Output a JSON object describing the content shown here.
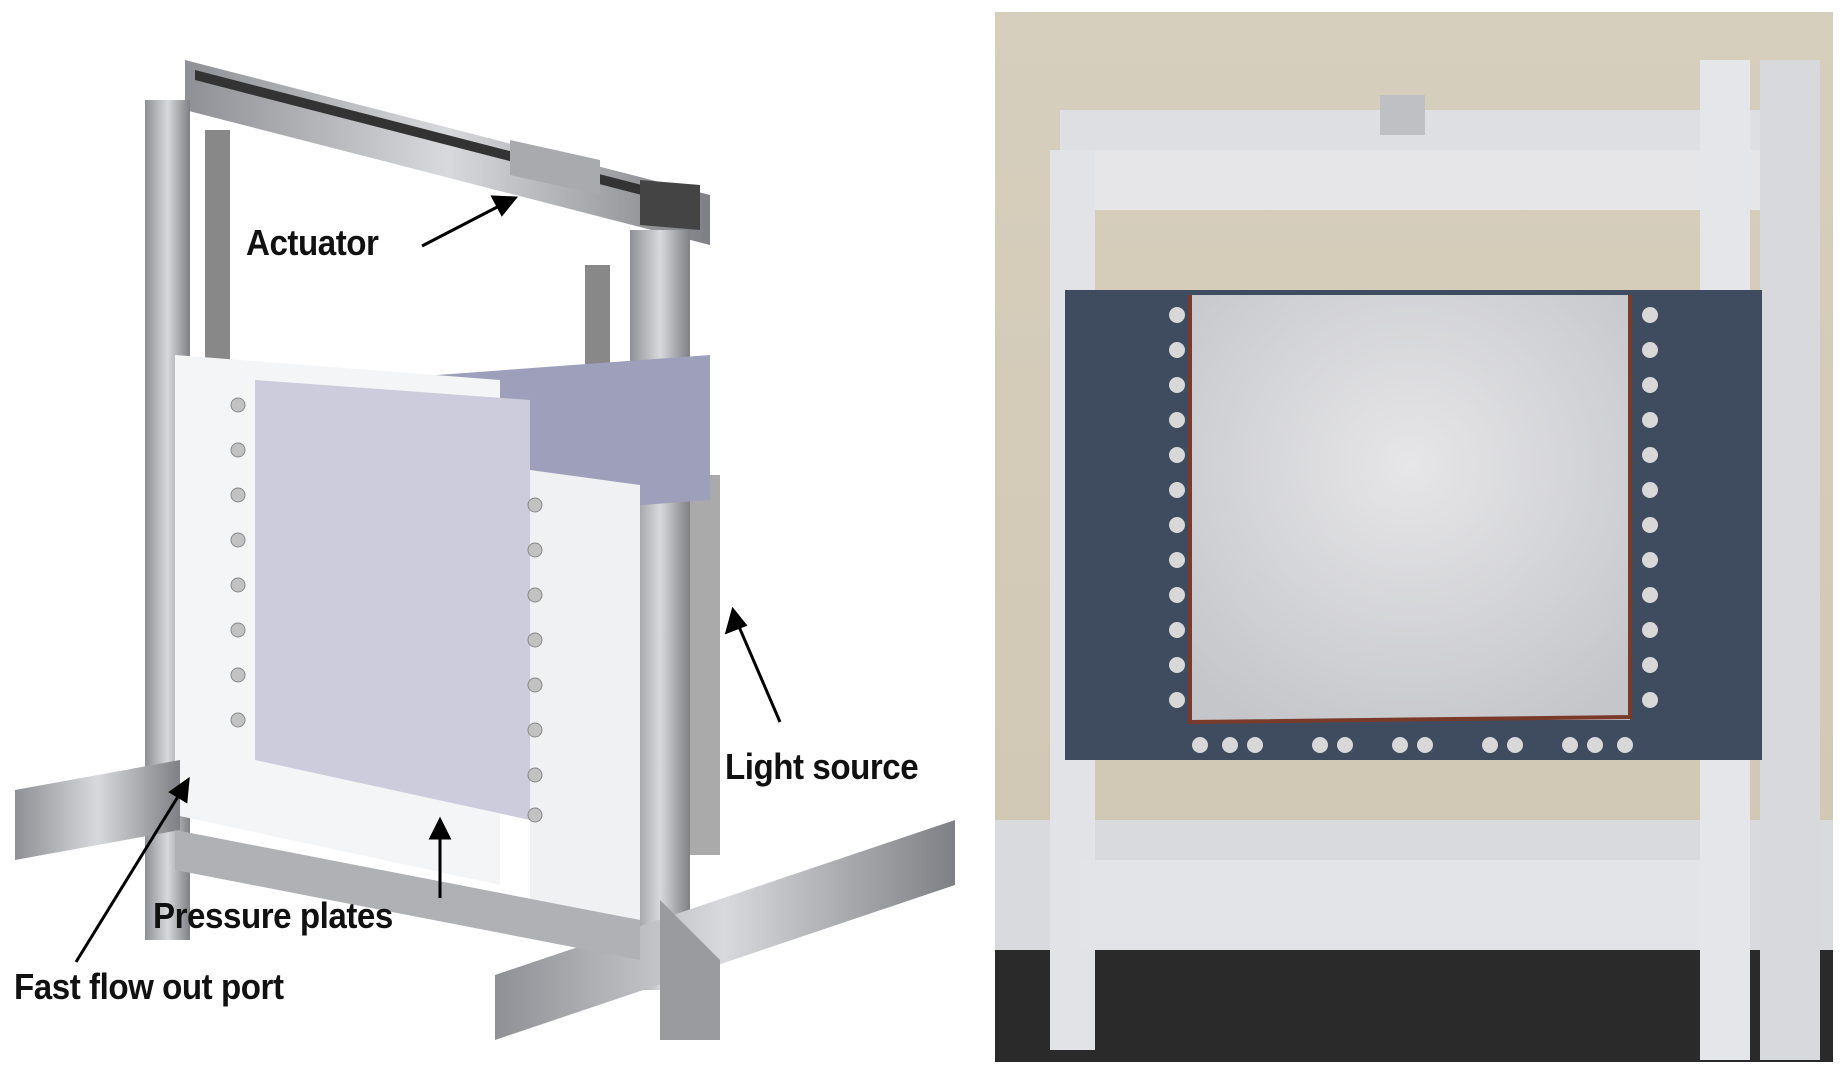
{
  "labels": {
    "actuator": "Actuator",
    "light_source": "Light source",
    "pressure_plates": "Pressure plates",
    "fast_flow_out_port": "Fast flow out port"
  },
  "colors": {
    "aluminum": "#b8b9bc",
    "plate_blue_gray": "#3f4c60",
    "cad_plate": "#f4f5f7",
    "light_panel": "#c9cadf"
  }
}
